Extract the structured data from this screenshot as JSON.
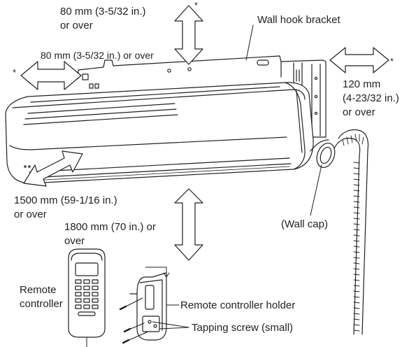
{
  "labels": {
    "top_clearance_l1": "80 mm (3-5/32 in.)",
    "top_clearance_l2": "or over",
    "left_clearance": "80 mm (3-5/32 in.) or over",
    "right_clearance_l1": "120 mm",
    "right_clearance_l2": "(4-23/32 in.)",
    "right_clearance_l3": "or over",
    "front_clearance_l1": "1500 mm (59-1/16 in.)",
    "front_clearance_l2": "or over",
    "bottom_clearance_l1": "1800 mm (70 in.) or",
    "bottom_clearance_l2": "over",
    "wall_hook_bracket": "Wall hook bracket",
    "wall_cap": "(Wall cap)",
    "remote_controller_l1": "Remote",
    "remote_controller_l2": "controller",
    "remote_controller_holder": "Remote controller holder",
    "tapping_screw": "Tapping screw (small)",
    "asterisk": "*"
  },
  "colors": {
    "line": "#231f20",
    "fill": "#ffffff",
    "shade": "#e6e6e6"
  }
}
